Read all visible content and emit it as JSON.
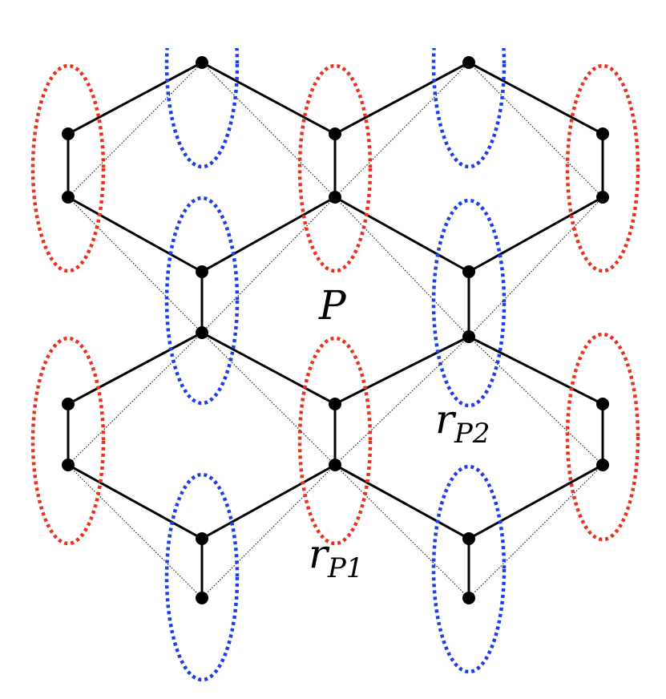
{
  "labels": {
    "plaquette": "P",
    "r_p1_base": "r",
    "r_p1_sub": "P1",
    "r_p2_base": "r",
    "r_p2_sub": "P2"
  },
  "colors": {
    "red_ellipse": "#e8321e",
    "blue_ellipse": "#1e3ce8",
    "edge": "#000000",
    "vertex": "#000000"
  }
}
